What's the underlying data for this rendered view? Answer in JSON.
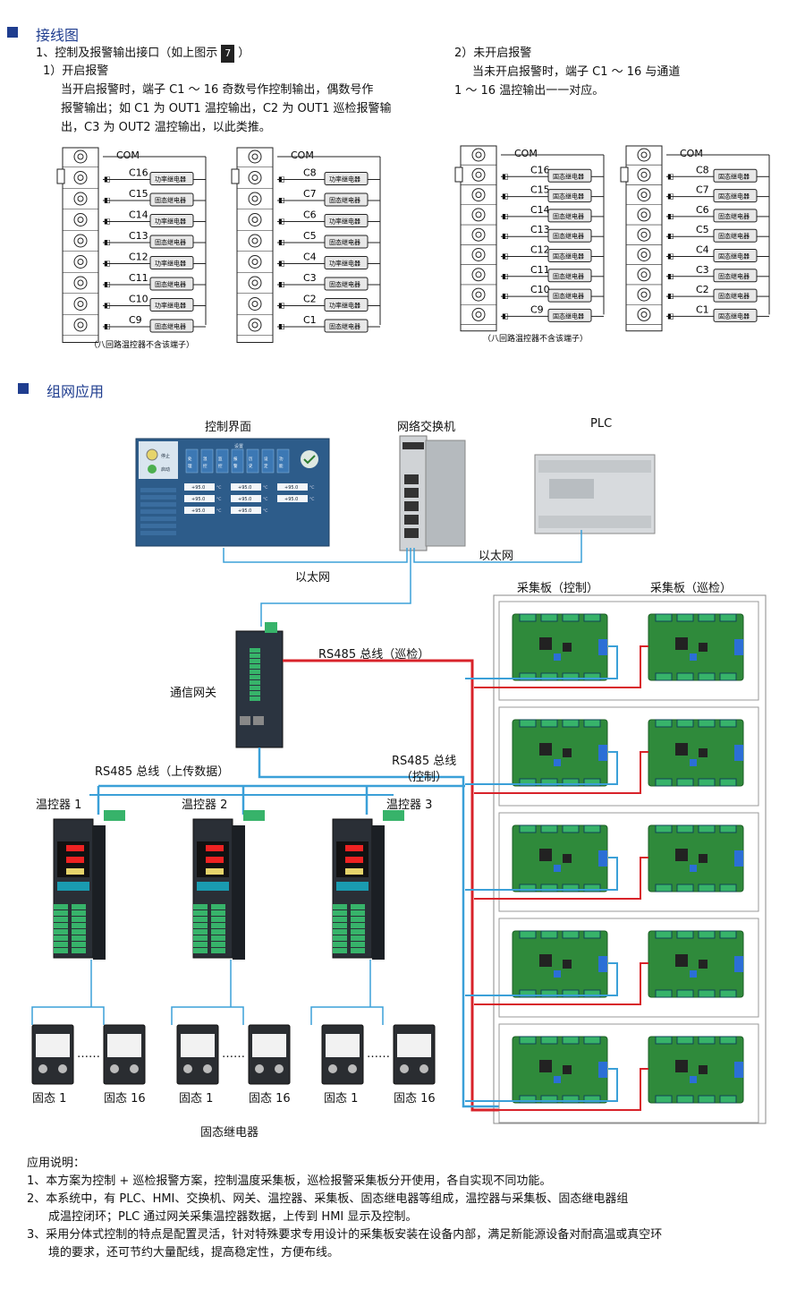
{
  "wiring": {
    "title": "接线图",
    "item1": "1、控制及报警输出接口（如上图示",
    "item1_badge": "7",
    "item1_tail": "）",
    "alarm_on": {
      "heading": "1）开启报警",
      "line1": "当开启报警时，端子 C1 ～ 16 奇数号作控制输出，偶数号作",
      "line2": "报警输出；如 C1 为 OUT1 温控输出，C2 为 OUT1 巡检报警输",
      "line3": "出，C3 为 OUT2 温控输出，以此类推。"
    },
    "alarm_off": {
      "heading": "2）未开启报警",
      "line1": "当未开启报警时，端子 C1 ～ 16 与通道",
      "line2": "1 ～ 16 温控输出一一对应。"
    },
    "com_label": "COM",
    "note": "（八回路温控器不含该端子）",
    "power_relay": "功率继电器",
    "ss_relay": "固态继电器",
    "block_a_terminals": [
      "C16",
      "C15",
      "C14",
      "C13",
      "C12",
      "C11",
      "C10",
      "C9"
    ],
    "block_b_terminals": [
      "C8",
      "C7",
      "C6",
      "C5",
      "C4",
      "C3",
      "C2",
      "C1"
    ]
  },
  "network": {
    "title": "组网应用",
    "control_ui": "控制界面",
    "switch": "网络交换机",
    "plc": "PLC",
    "ethernet1": "以太网",
    "ethernet2": "以太网",
    "gateway": "通信网关",
    "rs485_patrol": "RS485 总线（巡检）",
    "rs485_upload": "RS485 总线（上传数据）",
    "rs485_control_1": "RS485 总线",
    "rs485_control_2": "（控制）",
    "board_control": "采集板（控制）",
    "board_patrol": "采集板（巡检）",
    "tc1": "温控器 1",
    "tc2": "温控器 2",
    "tc3": "温控器 3",
    "ss1": "固态 1",
    "ss16": "固态 16",
    "dots": "……",
    "ssr_group": "固态继电器",
    "hmi": {
      "btn1": "停止",
      "btn2": "启动",
      "top_caption": "设置",
      "buttons": [
        "处理",
        "温控",
        "监控",
        "报警",
        "历史",
        "设定",
        "功能"
      ],
      "values": [
        "+95.0",
        "+95.0",
        "+95.0",
        "+95.0",
        "+95.0",
        "+95.0",
        "+95.0",
        "+95.0"
      ],
      "unit": "°C"
    }
  },
  "notes": {
    "heading": "应用说明：",
    "n1": "1、本方案为控制 + 巡检报警方案，控制温度采集板，巡检报警采集板分开使用，各自实现不同功能。",
    "n2a": "2、本系统中，有 PLC、HMI、交换机、网关、温控器、采集板、固态继电器等组成，温控器与采集板、固态继电器组",
    "n2b": "成温控闭环；PLC 通过网关采集温控器数据，上传到 HMI 显示及控制。",
    "n3a": "3、采用分体式控制的特点是配置灵活，针对特殊要求专用设计的采集板安装在设备内部，满足新能源设备对耐高温或真空环",
    "n3b": "境的要求，还可节约大量配线，提高稳定性，方便布线。"
  },
  "colors": {
    "accent": "#1f3d8f",
    "bus_blue": "#3ba0d8",
    "bus_red": "#d8232a",
    "pcb_green": "#2f8a3b"
  }
}
